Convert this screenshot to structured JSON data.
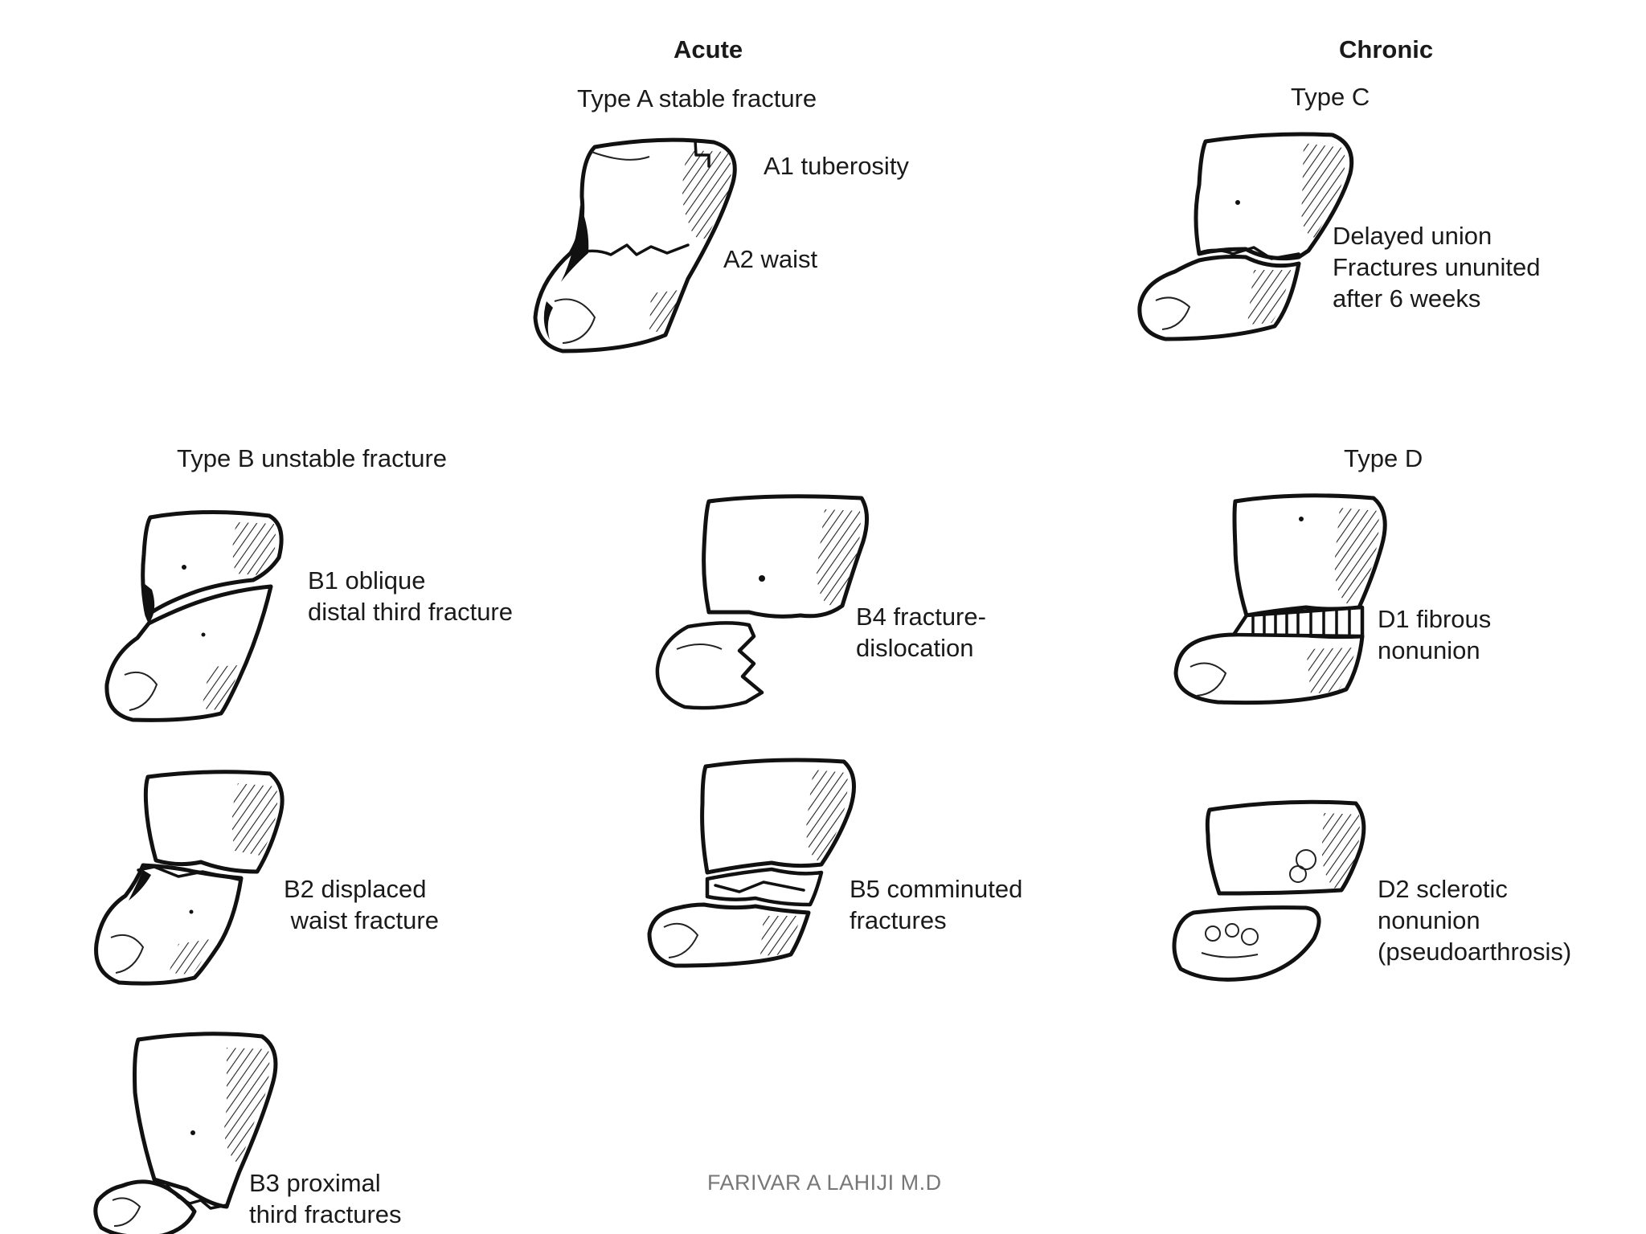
{
  "headers": {
    "acute": "Acute",
    "chronic": "Chronic"
  },
  "type_a": {
    "title": "Type A stable fracture",
    "a1": "A1 tuberosity",
    "a2": "A2 waist"
  },
  "type_b": {
    "title": "Type B unstable fracture",
    "b1": [
      "B1 oblique",
      "distal third fracture"
    ],
    "b2": [
      "B2 displaced",
      " waist fracture"
    ],
    "b3": [
      "B3 proximal",
      "third fractures"
    ],
    "b4": [
      "B4 fracture-",
      "dislocation"
    ],
    "b5": [
      "B5 comminuted",
      "fractures"
    ]
  },
  "type_c": {
    "title": "Type C",
    "desc": [
      "Delayed union",
      "Fractures ununited",
      "after 6 weeks"
    ]
  },
  "type_d": {
    "title": "Type D",
    "d1": [
      "D1 fibrous",
      "nonunion"
    ],
    "d2": [
      "D2 sclerotic",
      "nonunion",
      "(pseudoarthrosis)"
    ]
  },
  "footer": "FARIVAR A LAHIJI M.D",
  "colors": {
    "ink": "#111111",
    "text": "#1a1a1a",
    "footer": "#777777",
    "background": "#ffffff"
  }
}
